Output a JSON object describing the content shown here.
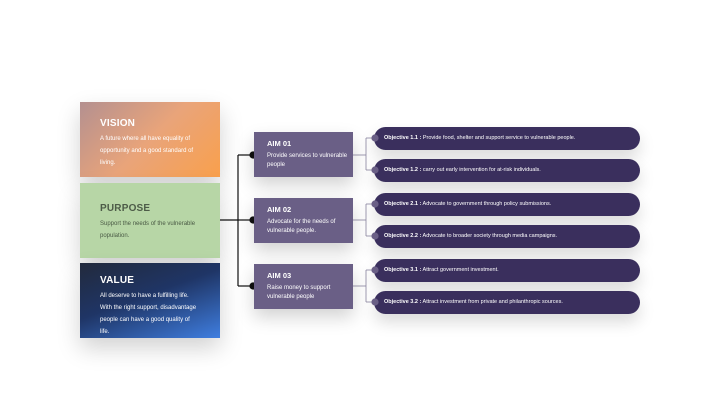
{
  "vision": {
    "title": "VISION",
    "text": "A future where all have equality of opportunity and a good standard of living."
  },
  "purpose": {
    "title": "PURPOSE",
    "text": "Support the needs of the vulnerable population."
  },
  "value": {
    "title": "VALUE",
    "text": "All deserve to have a fulfilling life. With the right support, disadvantage people can have a good quality of life."
  },
  "aims": [
    {
      "title": "AIM 01",
      "text": "Provide services to vulnerable people"
    },
    {
      "title": "AIM 02",
      "text": "Advocate for the needs of vulnerable people."
    },
    {
      "title": "AIM 03",
      "text": "Raise money to support vulnerable people"
    }
  ],
  "objectives": [
    {
      "label": "Objective 1.1 :",
      "text": "Provide food, shelter and support service to vulnerable people."
    },
    {
      "label": "Objective 1.2 :",
      "text": "carry out early intervention for at-risk individuals."
    },
    {
      "label": "Objective 2.1 :",
      "text": "Advocate to government through policy submissions."
    },
    {
      "label": "Objective 2.2 :",
      "text": "Advocate to broader society through media campaigns."
    },
    {
      "label": "Objective 3.1 :",
      "text": "Attract government investment."
    },
    {
      "label": "Objective 3.2 :",
      "text": "Attract investment from private and philanthropic sources."
    }
  ],
  "colors": {
    "aim_box": "#6a5f86",
    "objective_pill": "#3a2f5d",
    "connector": "#111111",
    "objective_dot": "#6a5f86",
    "purpose_card": "#b7d6a6"
  }
}
